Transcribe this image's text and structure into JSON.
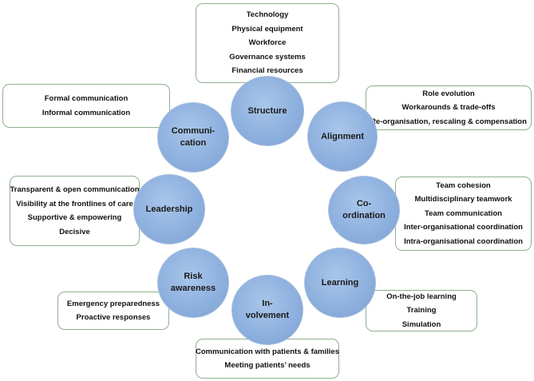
{
  "nodes": [
    {
      "id": "structure",
      "label": "Structure",
      "items": [
        "Technology",
        "Physical equipment",
        "Workforce",
        "Governance systems",
        "Financial resources"
      ]
    },
    {
      "id": "alignment",
      "label": "Alignment",
      "items": [
        "Role evolution",
        "Workarounds & trade-offs",
        "Re-organisation, rescaling & compensation"
      ]
    },
    {
      "id": "coordination",
      "label": "Co-\nordination",
      "items": [
        "Team cohesion",
        "Multidisciplinary teamwork",
        "Team communication",
        "Inter-organisational coordination",
        "Intra-organisational coordination"
      ]
    },
    {
      "id": "learning",
      "label": "Learning",
      "items": [
        "On-the-job learning",
        "Training",
        "Simulation"
      ]
    },
    {
      "id": "involvement",
      "label": "In-\nvolvement",
      "items": [
        "Communication with patients & families",
        "Meeting patients’ needs"
      ]
    },
    {
      "id": "risk-awareness",
      "label": "Risk\nawareness",
      "items": [
        "Emergency preparedness",
        "Proactive responses"
      ]
    },
    {
      "id": "leadership",
      "label": "Leadership",
      "items": [
        "Transparent & open communication",
        "Visibility at the frontlines of care",
        "Supportive & empowering",
        "Decisive"
      ]
    },
    {
      "id": "communication",
      "label": "Communi-\ncation",
      "items": [
        "Formal communication",
        "Informal communication"
      ]
    }
  ]
}
